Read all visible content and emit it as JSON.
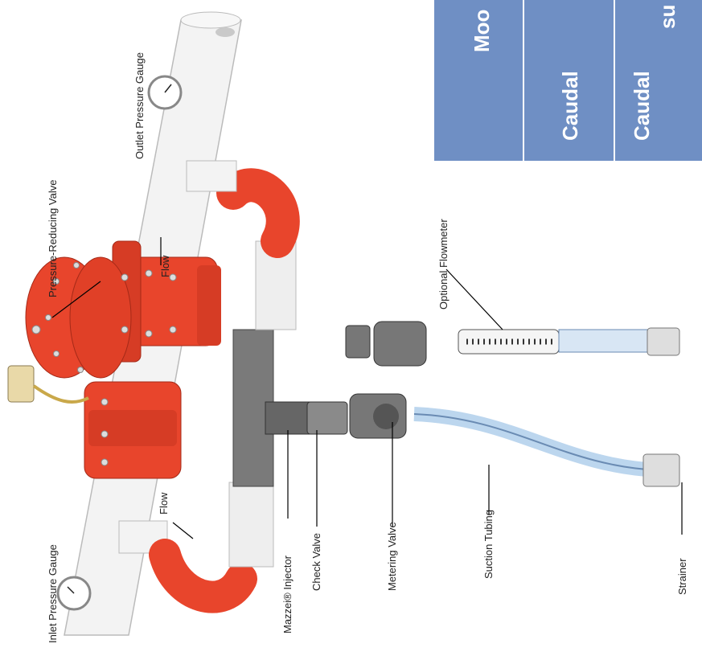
{
  "labels": {
    "inlet_pressure_gauge": "Inlet Pressure Gauge",
    "outlet_pressure_gauge": "Outlet Pressure Gauge",
    "pressure_reducing_valve": "Pressure-Reducing Valve",
    "flow_top": "Flow",
    "flow_bottom": "Flow",
    "optional_flowmeter": "Optional Flowmeter",
    "mazzei_injector": "Mazzei® Injector",
    "check_valve": "Check Valve",
    "metering_valve": "Metering Valve",
    "suction_tubing": "Suction Tubing",
    "strainer": "Strainer"
  },
  "table_header": {
    "col1": "Moo",
    "col2": "Caudal",
    "col3a": "Caudal",
    "col3b": "su"
  },
  "colors": {
    "pipe": "#f2f2f2",
    "valve": "#e8452c",
    "valve_dark": "#b8301c",
    "table_header": "#6f8fc4",
    "tubing": "#bcd6ee"
  }
}
